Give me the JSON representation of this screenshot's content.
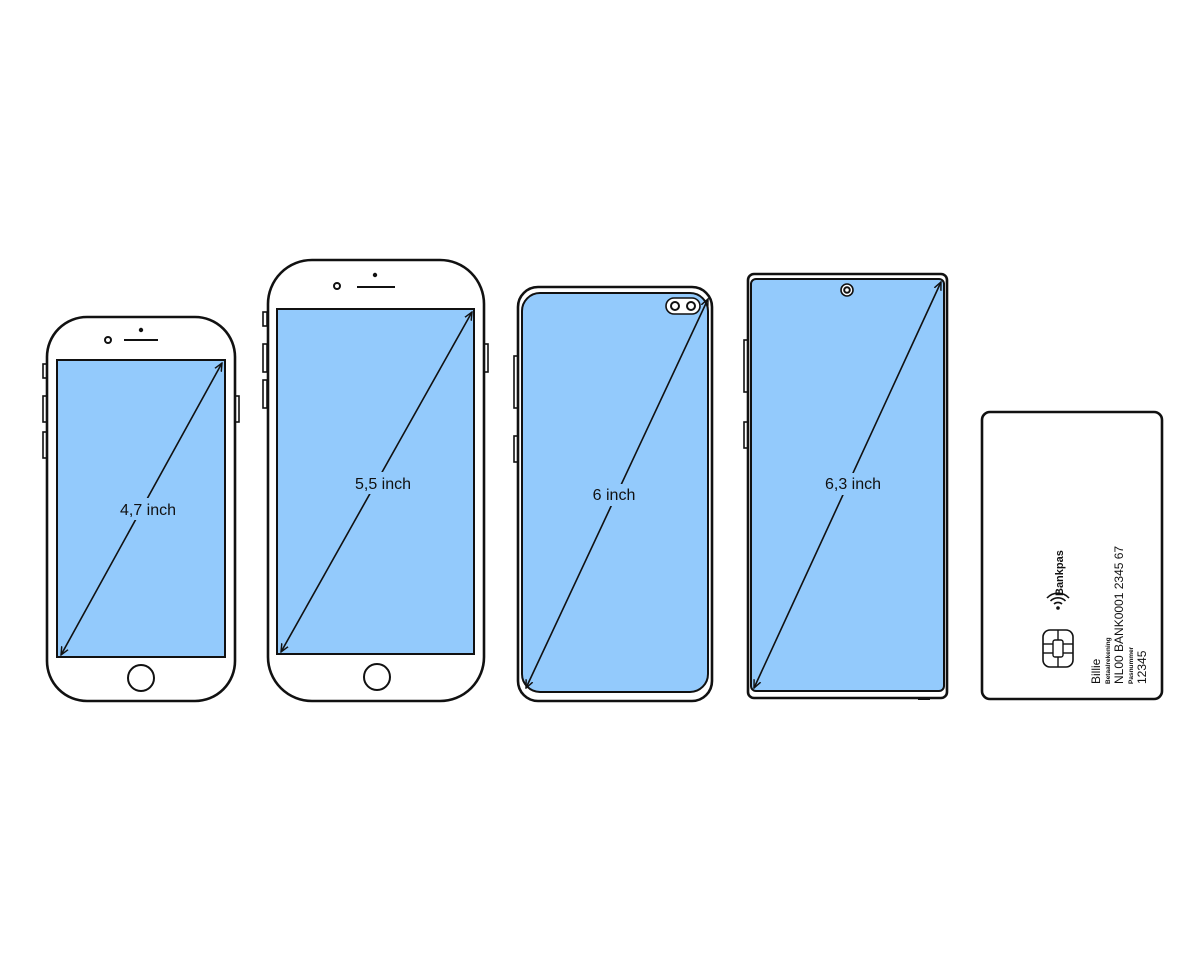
{
  "devices": [
    {
      "id": "phone-1",
      "size_label": "4,7 inch"
    },
    {
      "id": "phone-2",
      "size_label": "5,5 inch"
    },
    {
      "id": "phone-3",
      "size_label": "6 inch"
    },
    {
      "id": "phone-4",
      "size_label": "6,3 inch"
    }
  ],
  "bank_card": {
    "brand": "Bankpas",
    "holder": "Billie",
    "account_label": "Betaalrekening",
    "account_number": "NL00 BANK0001 2345 67",
    "card_label": "Pasnummer",
    "card_number": "12345"
  },
  "colors": {
    "screen": "#93cafc",
    "outline": "#111111",
    "background": "#ffffff"
  }
}
